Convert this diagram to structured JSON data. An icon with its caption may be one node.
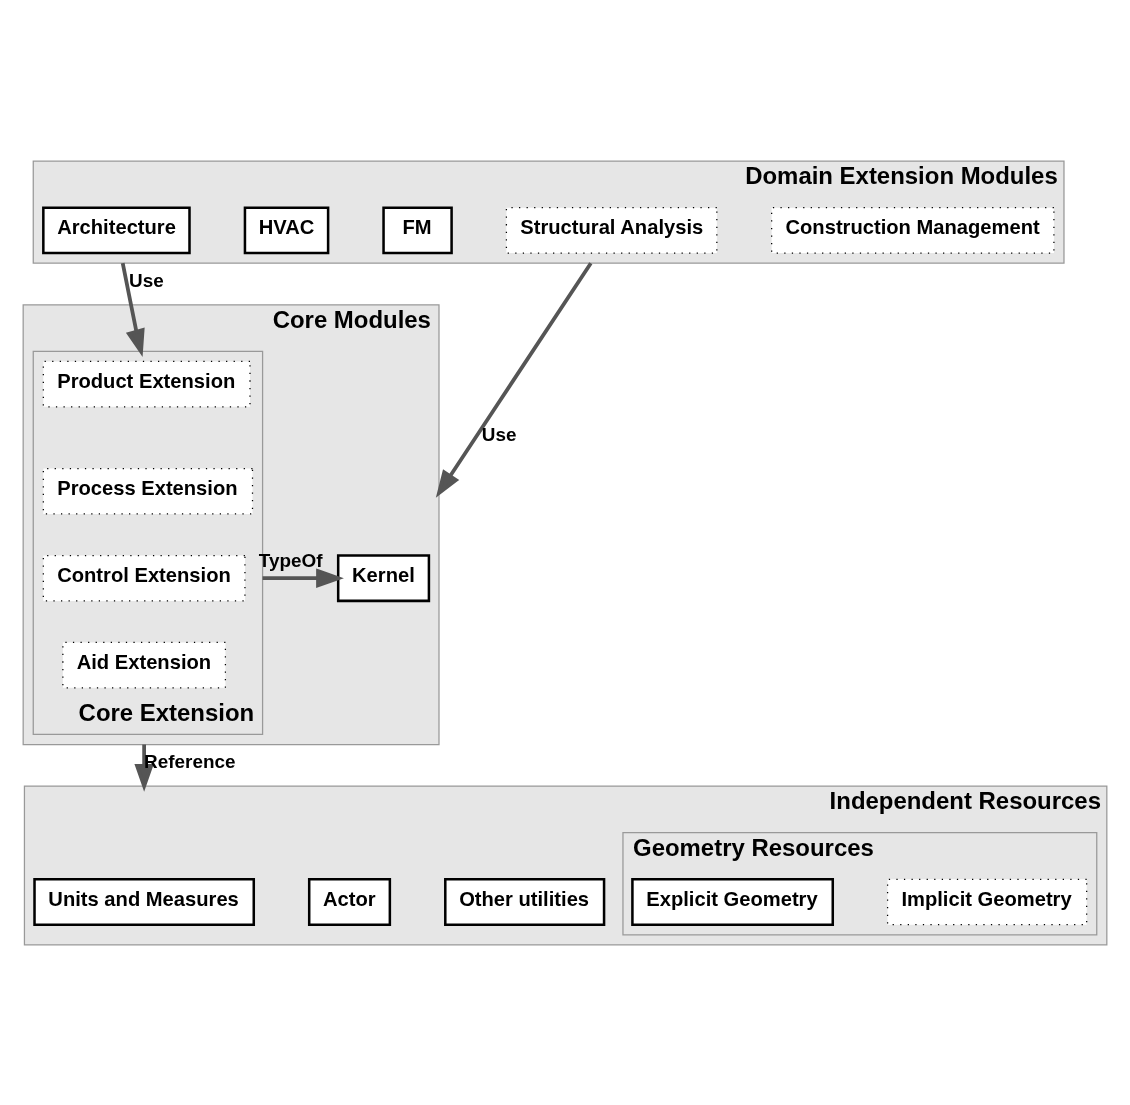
{
  "diagram": {
    "nodes": [
      {
        "text": [
          "Domain Extension Modules"
        ]
      },
      {
        "text": [
          "Architecture"
        ],
        "in": 0
      },
      {
        "text": [
          "HVAC"
        ],
        "in": 0
      },
      {
        "text": [
          "FM"
        ],
        "in": 0
      },
      {
        "text": [
          "Structural Analysis"
        ],
        "in": 0
      },
      {
        "text": [
          "Construction Management"
        ],
        "in": 0
      },
      {
        "text": [
          "Core Modules"
        ]
      },
      {
        "text": [
          "Core Extension"
        ],
        "in": 6
      },
      {
        "text": [
          "Product Extension"
        ],
        "in": 7
      },
      {
        "text": [
          "Process Extension"
        ],
        "in": 7
      },
      {
        "text": [
          "Control Extension"
        ],
        "in": 7
      },
      {
        "text": [
          "Aid Extension"
        ],
        "in": 7
      },
      {
        "text": [
          "Kernel"
        ],
        "in": 6
      },
      {
        "text": [
          "Independent Resources"
        ]
      },
      {
        "text": [
          "Geometry Resources"
        ],
        "in": 13
      },
      {
        "text": [
          "Explicit Geometry"
        ],
        "in": 14
      },
      {
        "text": [
          "Implicit Geometry"
        ],
        "in": 14
      },
      {
        "text": [
          "Units and Measures"
        ],
        "in": 13
      },
      {
        "text": [
          "Actor"
        ],
        "in": 13
      },
      {
        "text": [
          "Other utilities"
        ],
        "in": 13
      }
    ],
    "edges": [
      {
        "from": 0,
        "to": 7,
        "arrow": "to",
        "label": "Use"
      },
      {
        "from": 0,
        "to": 6,
        "arrow": "to",
        "label": "Use"
      },
      {
        "from": 7,
        "to": 12,
        "arrow": "to",
        "label": "TypeOf"
      },
      {
        "from": 6,
        "to": 13,
        "arrow": "to",
        "label": "Reference"
      }
    ]
  }
}
